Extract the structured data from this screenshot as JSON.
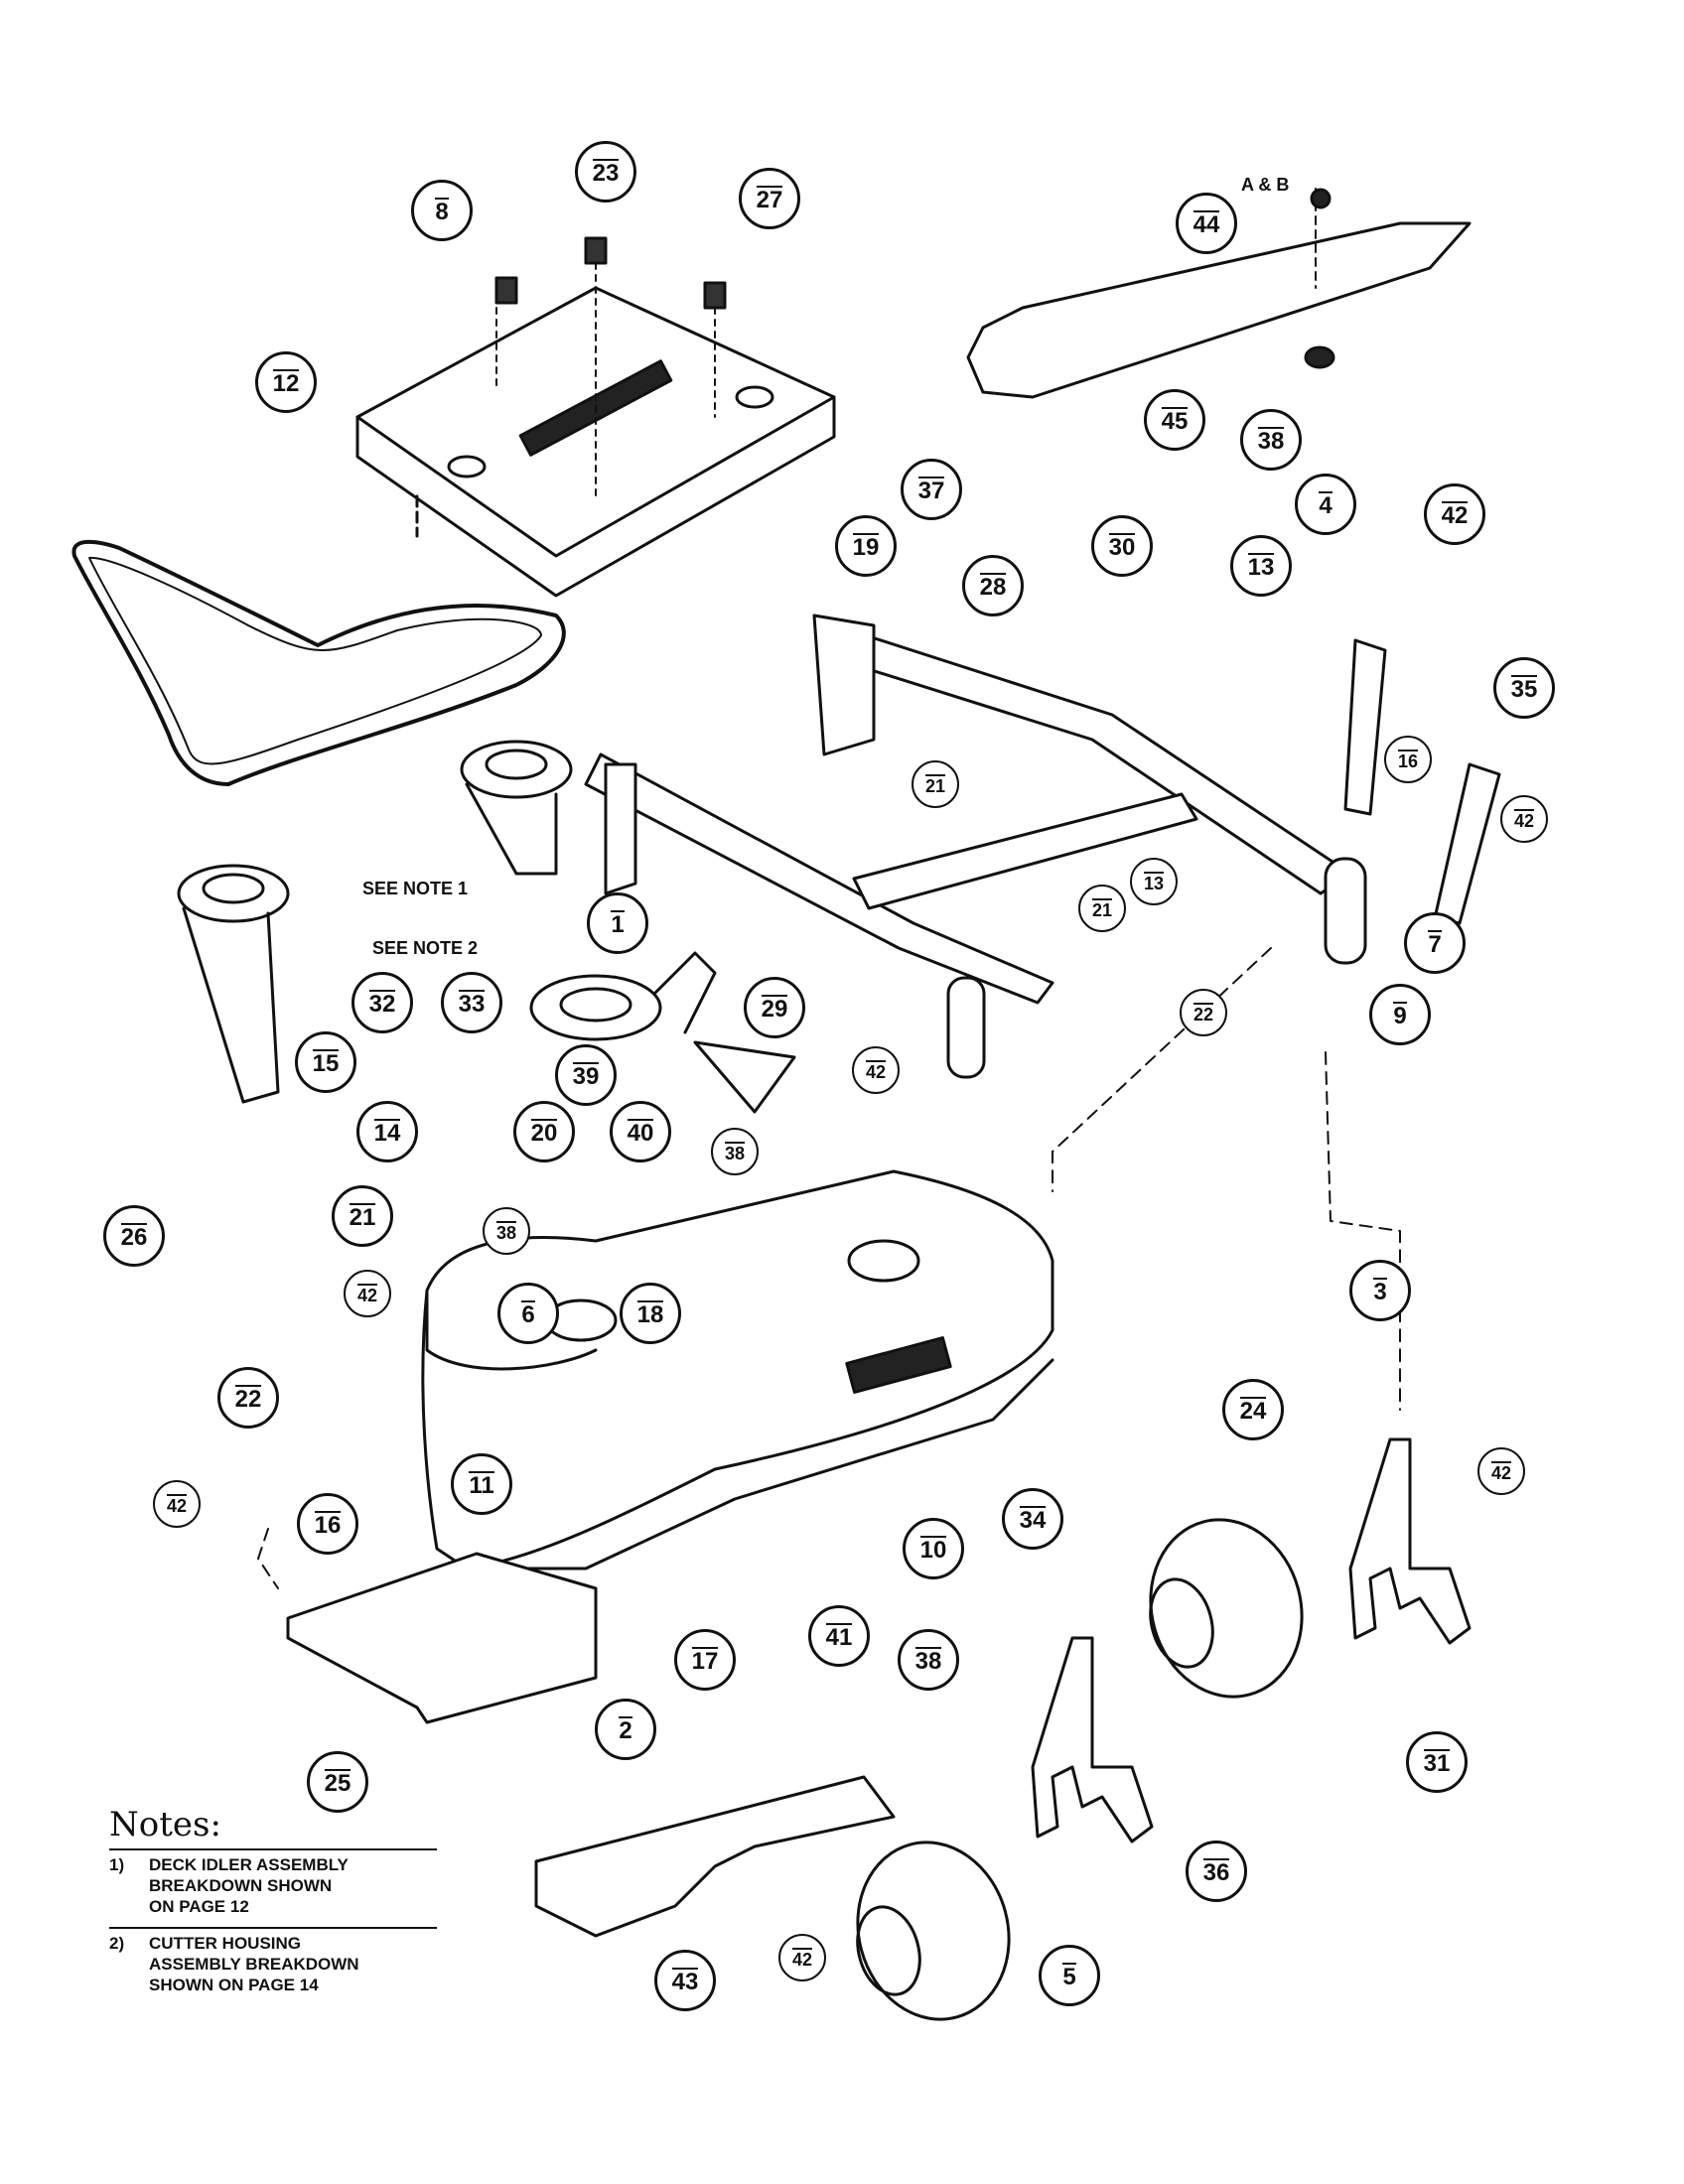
{
  "diagram": {
    "top_label": "A & B",
    "see_note_1": "SEE NOTE 1",
    "see_note_2": "SEE NOTE 2",
    "callouts": [
      "8",
      "23",
      "27",
      "44",
      "12",
      "45",
      "38",
      "37",
      "42",
      "4",
      "19",
      "28",
      "30",
      "13",
      "35",
      "21",
      "16",
      "42",
      "1",
      "13",
      "7",
      "21",
      "22",
      "9",
      "32",
      "33",
      "29",
      "39",
      "42",
      "15",
      "38",
      "14",
      "20",
      "40",
      "38",
      "26",
      "21",
      "42",
      "6",
      "18",
      "3",
      "22",
      "42",
      "24",
      "42",
      "11",
      "16",
      "34",
      "10",
      "41",
      "38",
      "17",
      "2",
      "31",
      "25",
      "36",
      "5",
      "43",
      "42"
    ]
  },
  "notes": {
    "title": "Notes:",
    "items": [
      {
        "num": "1)",
        "text": "DECK IDLER ASSEMBLY\nBREAKDOWN SHOWN\nON PAGE 12"
      },
      {
        "num": "2)",
        "text": "CUTTER HOUSING\nASSEMBLY BREAKDOWN\nSHOWN ON PAGE 14"
      }
    ]
  }
}
